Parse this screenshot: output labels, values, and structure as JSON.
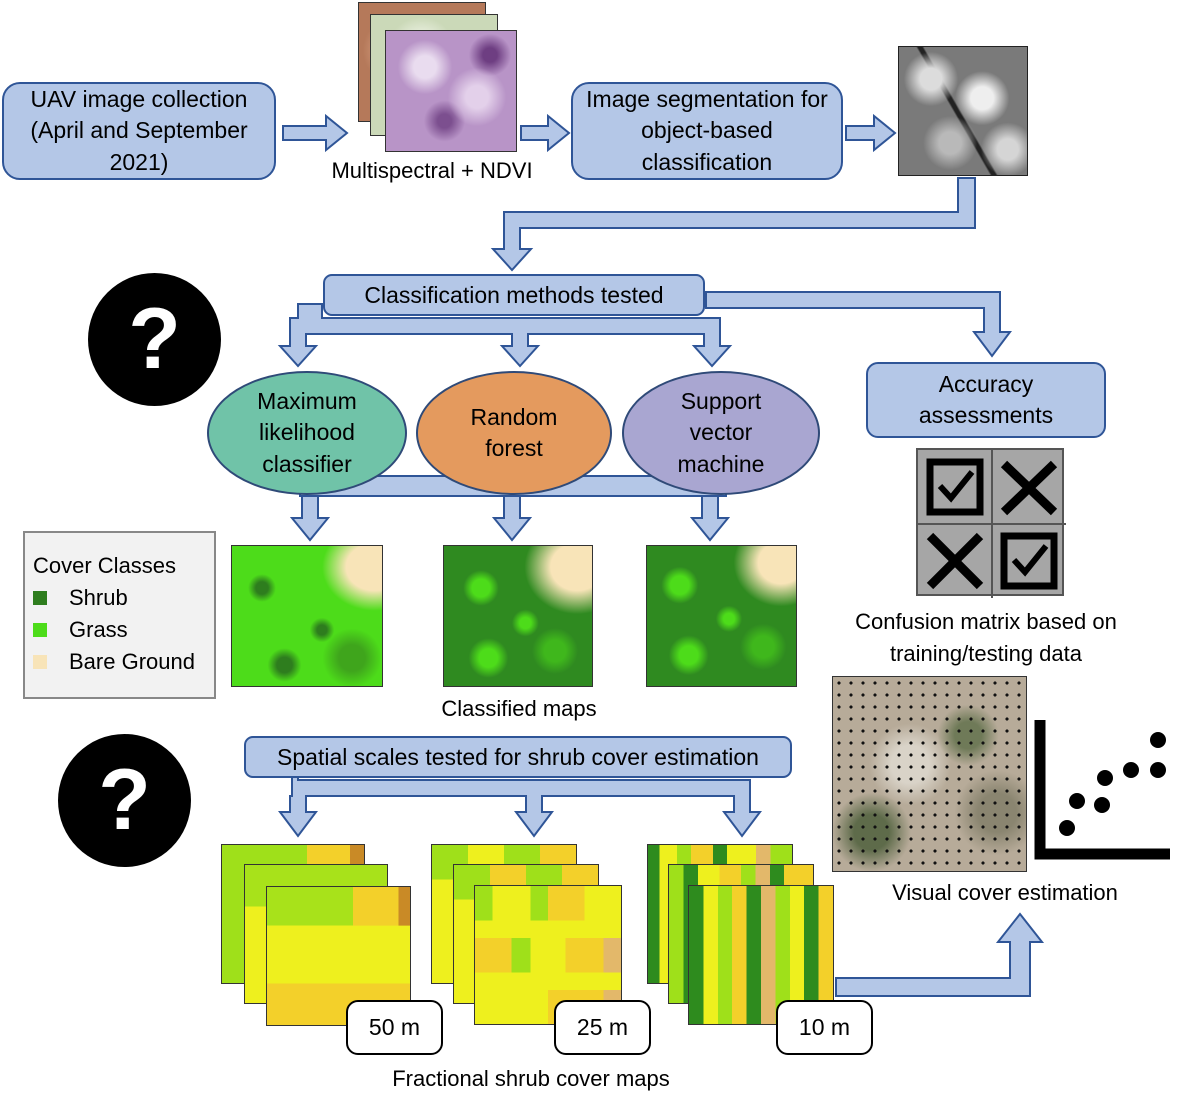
{
  "steps": {
    "uav": "UAV image collection (April and September 2021)",
    "multispectral_caption": "Multispectral + NDVI",
    "segmentation": "Image segmentation for object-based classification",
    "methods_header": "Classification methods tested",
    "mlc": "Maximum likelihood classifier",
    "rf": "Random forest",
    "svm": "Support vector machine",
    "accuracy": "Accuracy assessments",
    "confusion_caption": "Confusion matrix based on training/testing data",
    "classified_caption": "Classified maps",
    "scales_header": "Spatial scales tested for shrub cover estimation",
    "fractional_caption": "Fractional shrub cover maps",
    "visual_caption": "Visual cover estimation"
  },
  "question_mark": "?",
  "legend": {
    "title": "Cover Classes",
    "items": [
      {
        "label": "Shrub",
        "color": "#2e7d1e"
      },
      {
        "label": "Grass",
        "color": "#4ddc1a"
      },
      {
        "label": "Bare Ground",
        "color": "#f8e4b8"
      }
    ]
  },
  "scales": [
    "50 m",
    "25 m",
    "10 m"
  ],
  "colors": {
    "box_fill": "#b4c7e7",
    "box_border": "#2f5597",
    "mlc_fill": "#70c3a8",
    "rf_fill": "#e49a5e",
    "svm_fill": "#a9a6d1"
  },
  "icons": [
    "check-icon",
    "cross-icon",
    "cross-icon",
    "check-icon",
    "scatter-plot-icon",
    "question-icon"
  ]
}
